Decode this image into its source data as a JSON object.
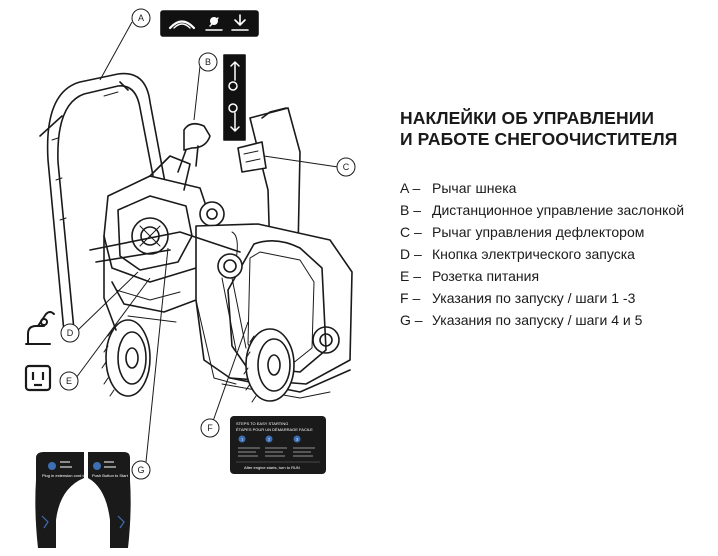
{
  "heading": {
    "line1": "НАКЛЕЙКИ ОБ УПРАВЛЕНИИ",
    "line2": "И РАБОТЕ СНЕГООЧИСТИТЕЛЯ"
  },
  "legend": [
    {
      "key": "A –",
      "text": "Рычаг шнека"
    },
    {
      "key": "B –",
      "text": "Дистанционное управление заслонкой"
    },
    {
      "key": "C –",
      "text": "Рычаг управления дефлектором"
    },
    {
      "key": "D –",
      "text": "Кнопка электрического запуска"
    },
    {
      "key": "E –",
      "text": "Розетка питания"
    },
    {
      "key": "F –",
      "text": "Указания по запуску / шаги 1 -3"
    },
    {
      "key": "G –",
      "text": "Указания по запуску / шаги 4 и 5"
    }
  ],
  "callouts": {
    "a": "A",
    "b": "B",
    "c": "C",
    "d": "D",
    "e": "E",
    "f": "F",
    "g": "G"
  },
  "decal_text": {
    "panel_title": "STEPS TO EASY STARTING",
    "panel_subtitle": "ÉTAPES POUR UN DÉMARRAGE FACILE",
    "step_1": "1",
    "step_2": "2",
    "step_3": "3",
    "panel_footer": "After engine starts, turn to RUN",
    "left_decal": "Plug in extension cord to Push start",
    "right_decal": "Push Button to Start"
  },
  "colors": {
    "line": "#1a1a1a",
    "decal_bg": "#111111",
    "decal_accent": "#3d6fb4",
    "background": "#ffffff"
  },
  "icons": [
    "auger-decal-icon",
    "choke-decal-icon",
    "electric-start-icon",
    "power-outlet-icon"
  ]
}
